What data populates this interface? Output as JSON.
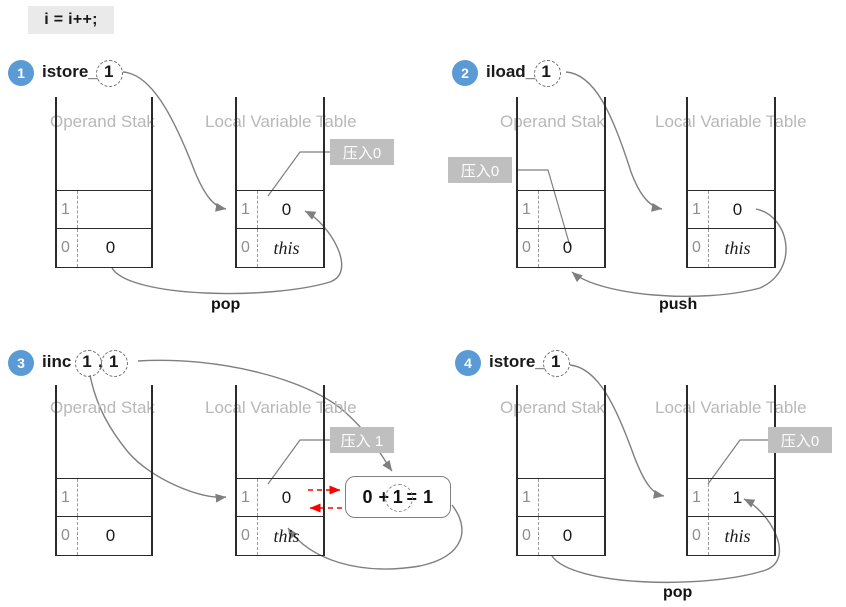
{
  "title": {
    "code": "i = i++;"
  },
  "labels": {
    "operand_stack": "Operand Stak",
    "local_variable_table": "Local Variable Table"
  },
  "steps": [
    {
      "number": "1",
      "opcode": "istore_",
      "arg1": "1",
      "callout": "压入0",
      "caption": "pop",
      "operand_stack": [
        {
          "index": "1",
          "value": ""
        },
        {
          "index": "0",
          "value": "0"
        }
      ],
      "local_vars": [
        {
          "index": "1",
          "value": "0"
        },
        {
          "index": "0",
          "value": "this"
        }
      ]
    },
    {
      "number": "2",
      "opcode": "iload_",
      "arg1": "1",
      "callout": "压入0",
      "caption": "push",
      "operand_stack": [
        {
          "index": "1",
          "value": ""
        },
        {
          "index": "0",
          "value": "0"
        }
      ],
      "local_vars": [
        {
          "index": "1",
          "value": "0"
        },
        {
          "index": "0",
          "value": "this"
        }
      ]
    },
    {
      "number": "3",
      "opcode": "iinc",
      "arg1": "1",
      "arg_sep": ",",
      "arg2": "1",
      "callout": "压入 1",
      "caption": "",
      "formula": {
        "left": "0 + ",
        "circled": "1",
        "right": " = 1"
      },
      "operand_stack": [
        {
          "index": "1",
          "value": ""
        },
        {
          "index": "0",
          "value": "0"
        }
      ],
      "local_vars": [
        {
          "index": "1",
          "value": "0"
        },
        {
          "index": "0",
          "value": "this"
        }
      ]
    },
    {
      "number": "4",
      "opcode": "istore_",
      "arg1": "1",
      "callout": "压入0",
      "caption": "pop",
      "operand_stack": [
        {
          "index": "1",
          "value": ""
        },
        {
          "index": "0",
          "value": "0"
        }
      ],
      "local_vars": [
        {
          "index": "1",
          "value": "1"
        },
        {
          "index": "0",
          "value": "this"
        }
      ]
    }
  ],
  "colors": {
    "badge_blue": "#5b9bd5",
    "callout_gray": "#bfbfbf",
    "heading_gray": "#b8b8b8",
    "arrow_gray": "#7f7f7f",
    "arrow_red": "#ff0000"
  }
}
